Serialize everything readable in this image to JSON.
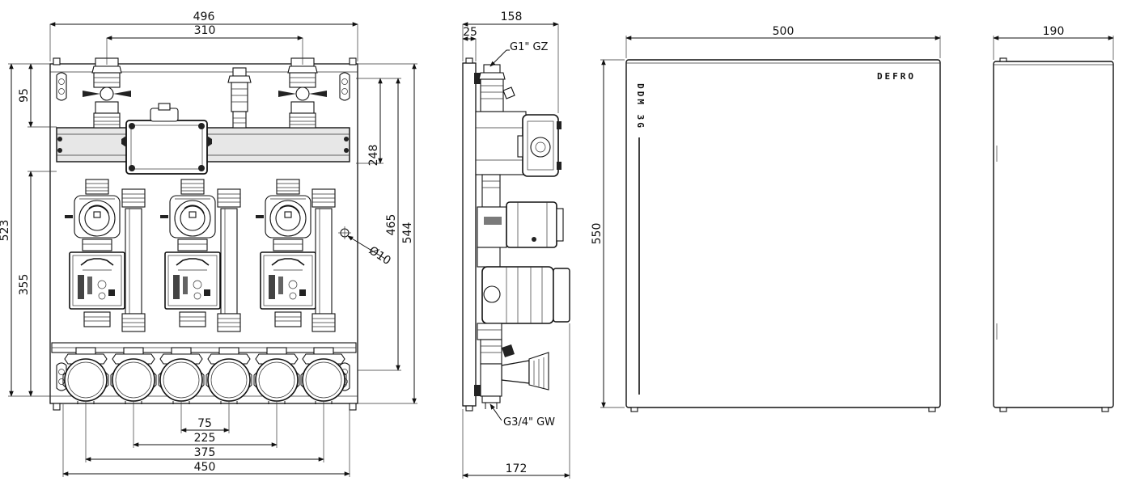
{
  "dimensions": {
    "front_width": "496",
    "front_top_inner": "310",
    "front_left_95": "95",
    "front_left_523": "523",
    "front_left_355": "355",
    "front_right_248": "248",
    "front_right_465": "465",
    "front_right_544": "544",
    "front_hole": "Ø10",
    "front_bottom_75": "75",
    "front_bottom_225": "225",
    "front_bottom_375": "375",
    "front_bottom_450": "450",
    "side_158": "158",
    "side_25": "25",
    "side_172": "172",
    "cover_500": "500",
    "cover_550": "550",
    "depth_190": "190"
  },
  "callouts": {
    "top_thread": "G1\" GZ",
    "bottom_thread": "G3/4\" GW"
  },
  "branding": {
    "logo": "DEFRO",
    "side_text": "DDM 3G"
  }
}
